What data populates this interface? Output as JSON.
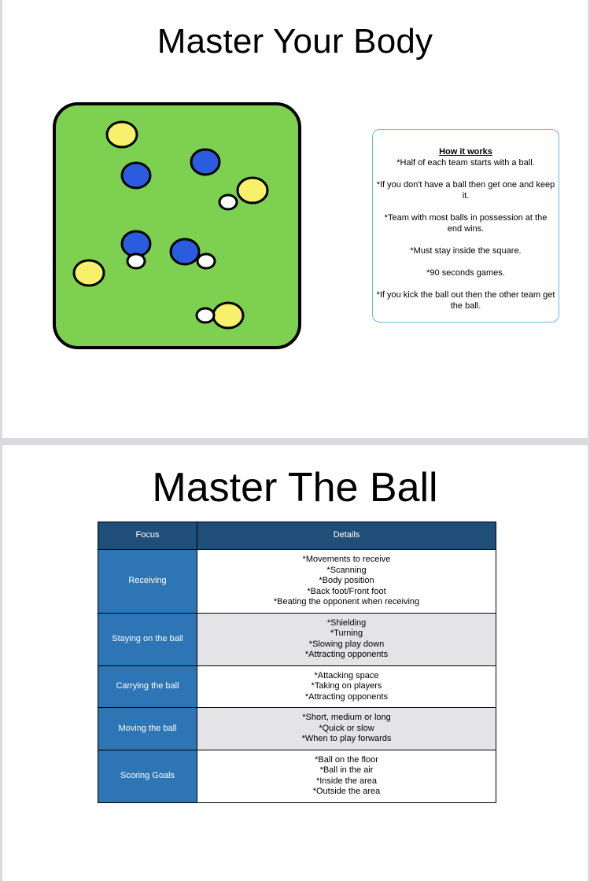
{
  "slide1": {
    "title": "Master Your Body",
    "pitch": {
      "field_color": "#7ed150",
      "team_a_color": "#2b5ce0",
      "team_b_color": "#f6f06a",
      "ball_color": "#ffffff"
    },
    "info": {
      "heading": "How it works",
      "lines": [
        "*Half of each team starts with a ball.",
        "*If you don't have a ball then get one and keep it.",
        "*Team with most balls in possession at the end wins.",
        "*Must stay inside the square.",
        "*90 seconds games.",
        "*If you kick the ball out then the other team get the ball."
      ]
    }
  },
  "slide2": {
    "title": "Master The Ball",
    "table": {
      "headers": [
        "Focus",
        "Details"
      ],
      "rows": [
        {
          "focus": "Receiving",
          "details": [
            "*Movements to receive",
            "*Scanning",
            "*Body position",
            "*Back foot/Front foot",
            "*Beating the opponent when receiving"
          ]
        },
        {
          "focus": "Staying on the ball",
          "details": [
            "*Shielding",
            "*Turning",
            "*Slowing play down",
            "*Attracting opponents"
          ]
        },
        {
          "focus": "Carrying the ball",
          "details": [
            "*Attacking space",
            "*Taking on players",
            "*Attracting opponents"
          ]
        },
        {
          "focus": "Moving the ball",
          "details": [
            "*Short, medium or long",
            "*Quick or slow",
            "*When to play forwards"
          ]
        },
        {
          "focus": "Scoring Goals",
          "details": [
            "*Ball on the floor",
            "*Ball in the air",
            "*Inside the area",
            "*Outside the area"
          ]
        }
      ]
    }
  }
}
